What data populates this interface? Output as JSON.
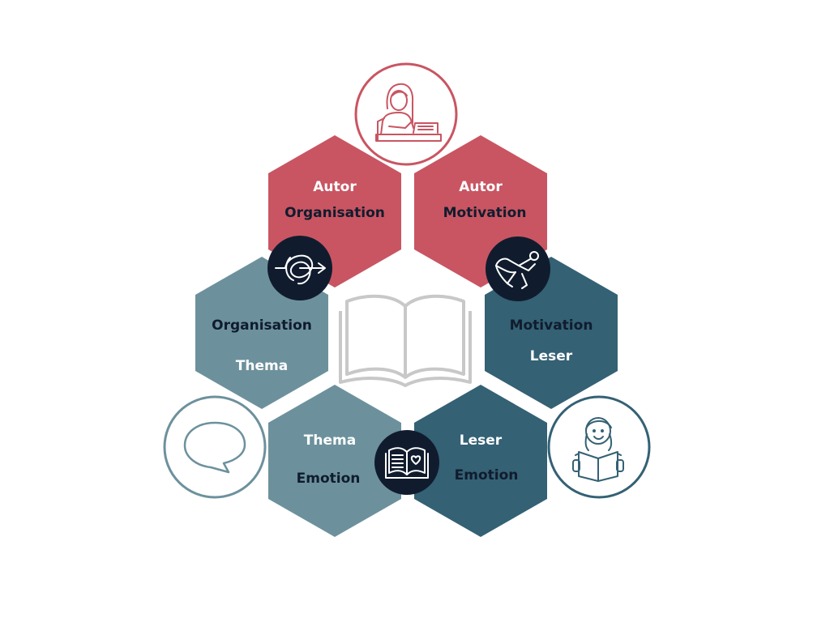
{
  "colors": {
    "red": "#c95562",
    "teal_light": "#6c919c",
    "teal_dark": "#346174",
    "navy": "#101c2e",
    "white": "#ffffff",
    "book_gray": "#c8c8c8"
  },
  "hexagons": [
    {
      "id": "autor-organisation",
      "color": "red",
      "line1": "Autor",
      "line2": "Organisation",
      "line1_color": "white",
      "line2_color": "navy"
    },
    {
      "id": "autor-motivation",
      "color": "red",
      "line1": "Autor",
      "line2": "Motivation",
      "line1_color": "white",
      "line2_color": "navy"
    },
    {
      "id": "organisation-thema",
      "color": "teal_light",
      "line1": "Organisation",
      "line2": "Thema",
      "line1_color": "navy",
      "line2_color": "white"
    },
    {
      "id": "motivation-leser",
      "color": "teal_dark",
      "line1": "Motivation",
      "line2": "Leser",
      "line1_color": "navy",
      "line2_color": "white"
    },
    {
      "id": "thema-emotion",
      "color": "teal_light",
      "line1": "Thema",
      "line2": "Emotion",
      "line1_color": "white",
      "line2_color": "navy"
    },
    {
      "id": "leser-emotion",
      "color": "teal_dark",
      "line1": "Leser",
      "line2": "Emotion",
      "line1_color": "white",
      "line2_color": "navy"
    }
  ],
  "outer_icons": [
    {
      "name": "author-writing-icon",
      "color": "red"
    },
    {
      "name": "speech-bubble-icon",
      "color": "teal_light"
    },
    {
      "name": "reader-girl-icon",
      "color": "teal_dark"
    }
  ],
  "junction_icons": [
    {
      "name": "tangled-arrow-icon"
    },
    {
      "name": "superhero-icon"
    },
    {
      "name": "open-book-heart-icon"
    }
  ],
  "center_icon": {
    "name": "open-book-icon"
  }
}
